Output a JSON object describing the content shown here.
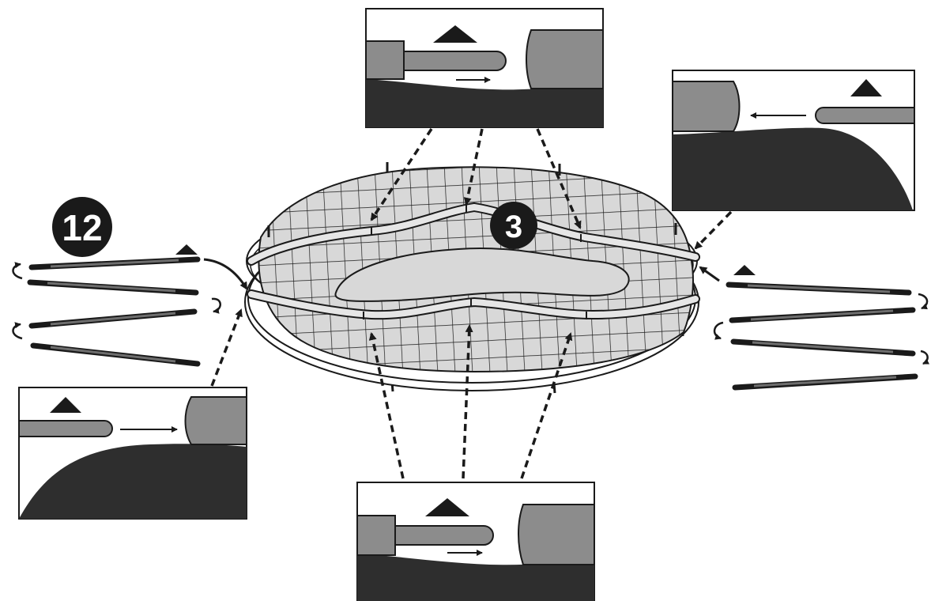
{
  "steps": {
    "first": "12",
    "second": "3"
  },
  "colors": {
    "dark": "#2e2e2e",
    "mid_gray": "#8c8c8c",
    "light_gray": "#d4d4d4",
    "outline": "#1a1a1a"
  },
  "icons": [
    "triangle-marker-icon",
    "rotate-arrow-icon",
    "dashed-pointer-arrow",
    "insertion-arrow-icon"
  ]
}
